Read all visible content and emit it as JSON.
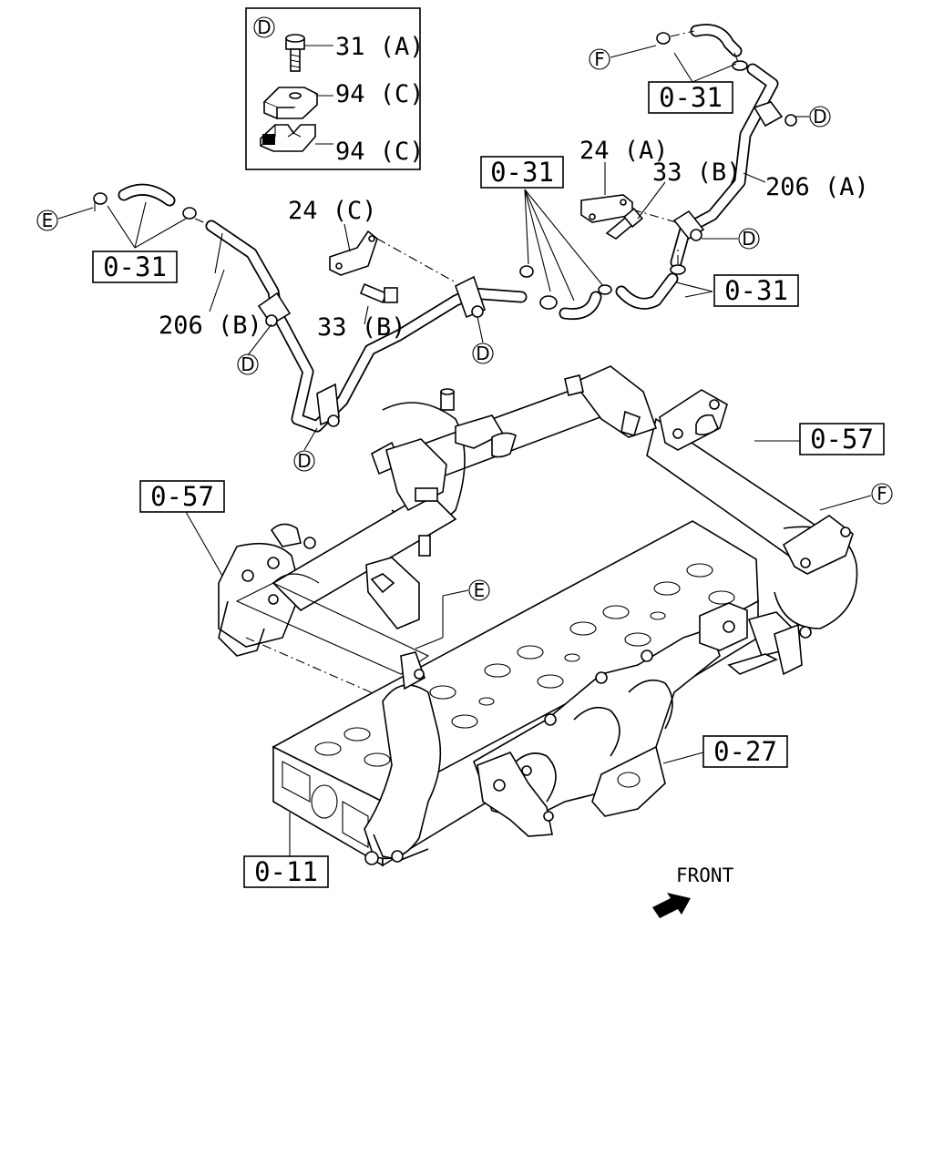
{
  "diagram": {
    "inset": {
      "circle_label": "D",
      "items": [
        "31 (A)",
        "94 (C)",
        "94 (C)"
      ]
    },
    "part_labels": {
      "p206a": "206 (A)",
      "p206b": "206 (B)",
      "p24a": "24 (A)",
      "p24c": "24 (C)",
      "p33b_right": "33 (B)",
      "p33b_left": "33 (B)"
    },
    "ref_boxes": {
      "r031_top_right": "0-31",
      "r031_left": "0-31",
      "r031_center": "0-31",
      "r031_right": "0-31",
      "r057_right": "0-57",
      "r057_left": "0-57",
      "r027": "0-27",
      "r011": "0-11"
    },
    "circle_labels": {
      "c_f_top": "F",
      "c_d_top_right": "D",
      "c_d_right": "D",
      "c_e_left": "E",
      "c_d_left_clamp": "D",
      "c_d_center": "D",
      "c_d_bottom": "D",
      "c_f_right": "F",
      "c_e_center": "E"
    },
    "front_label": "FRONT"
  }
}
